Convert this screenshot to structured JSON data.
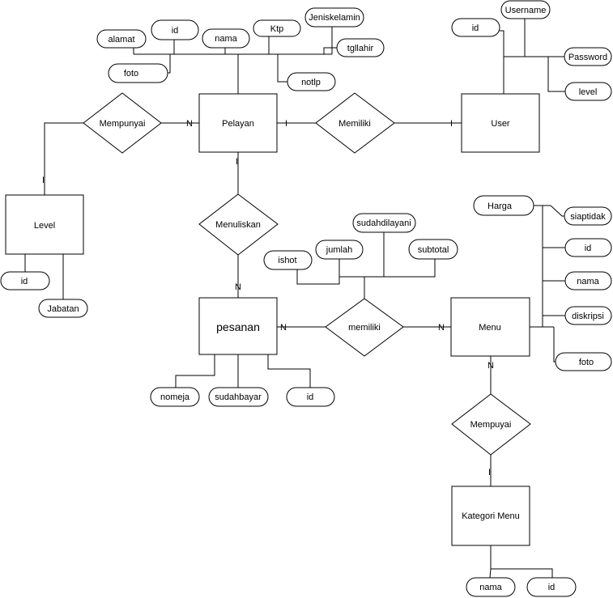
{
  "entities": {
    "pelayan": "Pelayan",
    "user": "User",
    "level": "Level",
    "pesanan": "pesanan",
    "menu": "Menu",
    "kategori": "Kategori Menu"
  },
  "relationships": {
    "mempunyai": "Mempunyai",
    "memiliki_user": "Memiliki",
    "menuliskan": "Menuliskan",
    "memiliki_menu": "memiliki",
    "mempuyai": "Mempuyai"
  },
  "attributes": {
    "pelayan": {
      "alamat": "alamat",
      "id": "id",
      "nama": "nama",
      "ktp": "Ktp",
      "jeniskelamin": "Jeniskelamin",
      "tgllahir": "tgllahir",
      "foto": "foto",
      "notlp": "notlp"
    },
    "user": {
      "id": "id",
      "username": "Username",
      "password": "Password",
      "level": "level"
    },
    "level": {
      "id": "id",
      "jabatan": "Jabatan"
    },
    "pesanan": {
      "nomeja": "nomeja",
      "sudahbayar": "sudahbayar",
      "id": "id"
    },
    "detail": {
      "ishot": "ishot",
      "jumlah": "jumlah",
      "sudahdilayani": "sudahdilayani",
      "subtotal": "subtotal"
    },
    "menu": {
      "harga": "Harga",
      "siaptidak": "siaptidak",
      "id": "id",
      "nama": "nama",
      "diskripsi": "diskripsi",
      "foto": "foto"
    },
    "kategori": {
      "nama": "nama",
      "id": "id"
    }
  },
  "cardinalities": {
    "pelayan_mempunyai": "N",
    "level_mempunyai": "I",
    "pelayan_memiliki": "I",
    "user_memiliki": "I",
    "pelayan_menuliskan": "I",
    "pesanan_menuliskan": "N",
    "pesanan_memiliki": "N",
    "menu_memiliki": "N",
    "menu_mempuyai": "N",
    "kategori_mempuyai": "I"
  }
}
